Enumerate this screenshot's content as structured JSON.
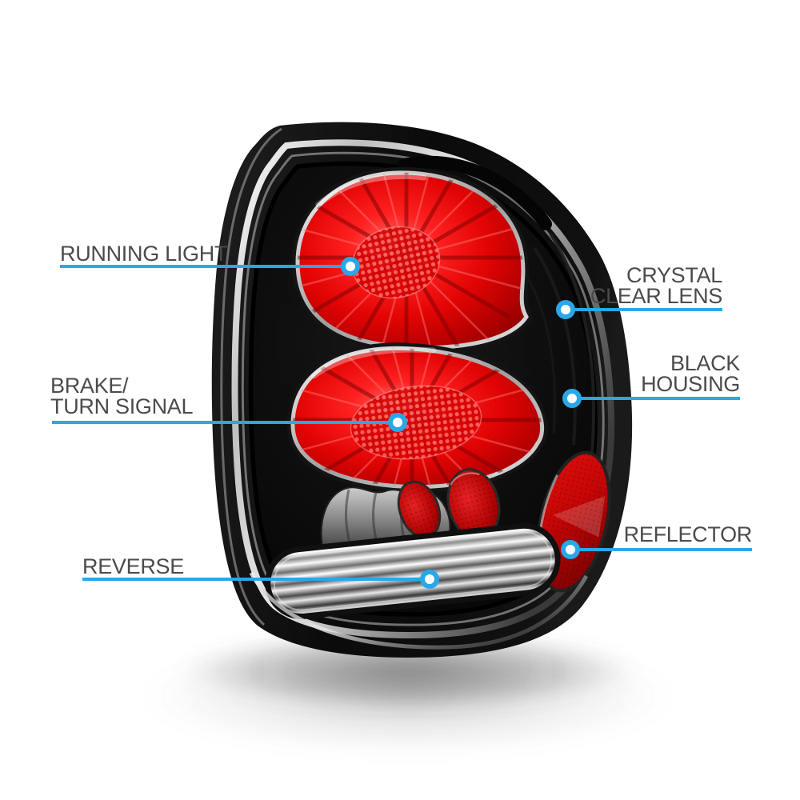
{
  "diagram": {
    "subject": "tail-light-assembly-callout-diagram",
    "accent": "#29A7E8",
    "label_color": "#4B4B4E",
    "background": "#FFFFFF",
    "housing_color": "#0E0E0E",
    "lens_red": "#E30505",
    "chrome": "#D9D9D9",
    "callouts": [
      {
        "id": "running-light",
        "side": "left",
        "lines": [
          "RUNNING LIGHT"
        ]
      },
      {
        "id": "crystal-clear-lens",
        "side": "right",
        "lines": [
          "CRYSTAL",
          "CLEAR LENS"
        ]
      },
      {
        "id": "brake-turn-signal",
        "side": "left",
        "lines": [
          "BRAKE/",
          "TURN SIGNAL"
        ]
      },
      {
        "id": "black-housing",
        "side": "right",
        "lines": [
          "BLACK",
          "HOUSING"
        ]
      },
      {
        "id": "reverse",
        "side": "left",
        "lines": [
          "REVERSE"
        ]
      },
      {
        "id": "reflector",
        "side": "right",
        "lines": [
          "REFLECTOR"
        ]
      }
    ]
  }
}
